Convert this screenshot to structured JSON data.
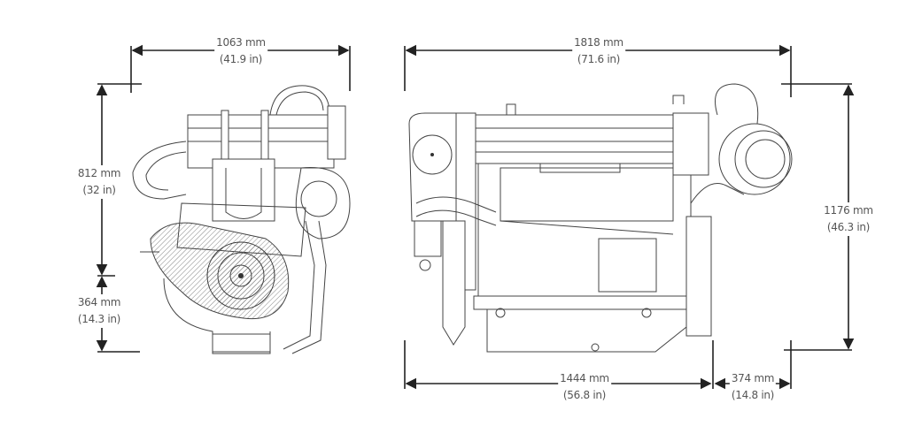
{
  "front_view": {
    "width": {
      "mm": "1063 mm",
      "in": "(41.9 in)"
    },
    "height_upper": {
      "mm": "812 mm",
      "in": "(32 in)"
    },
    "height_lower": {
      "mm": "364 mm",
      "in": "(14.3 in)"
    }
  },
  "side_view": {
    "length": {
      "mm": "1818 mm",
      "in": "(71.6 in)"
    },
    "height": {
      "mm": "1176 mm",
      "in": "(46.3 in)"
    },
    "length_front": {
      "mm": "1444 mm",
      "in": "(56.8 in)"
    },
    "length_rear": {
      "mm": "374 mm",
      "in": "(14.8 in)"
    }
  },
  "colors": {
    "line": "#222222",
    "text": "#555555"
  }
}
